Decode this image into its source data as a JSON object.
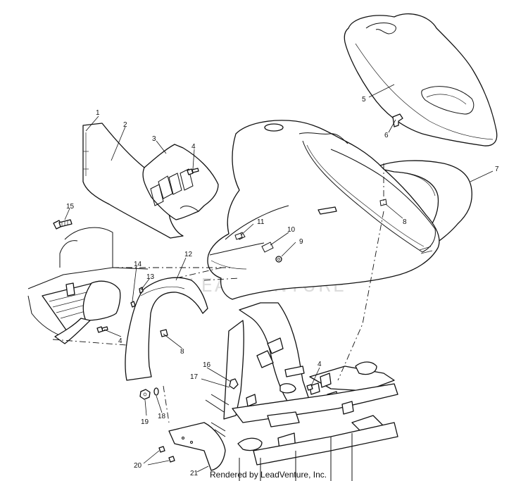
{
  "diagram": {
    "callouts": [
      {
        "n": "1"
      },
      {
        "n": "2"
      },
      {
        "n": "3"
      },
      {
        "n": "4"
      },
      {
        "n": "5"
      },
      {
        "n": "6"
      },
      {
        "n": "7"
      },
      {
        "n": "8"
      },
      {
        "n": "9"
      },
      {
        "n": "10"
      },
      {
        "n": "11"
      },
      {
        "n": "12"
      },
      {
        "n": "13"
      },
      {
        "n": "14"
      },
      {
        "n": "15"
      },
      {
        "n": "4"
      },
      {
        "n": "8"
      },
      {
        "n": "16"
      },
      {
        "n": "17"
      },
      {
        "n": "4"
      },
      {
        "n": "19"
      },
      {
        "n": "18"
      },
      {
        "n": "20"
      },
      {
        "n": "21"
      }
    ],
    "credit": "Rendered by LeadVenture, Inc.",
    "watermark": "LEADVENTURE"
  }
}
